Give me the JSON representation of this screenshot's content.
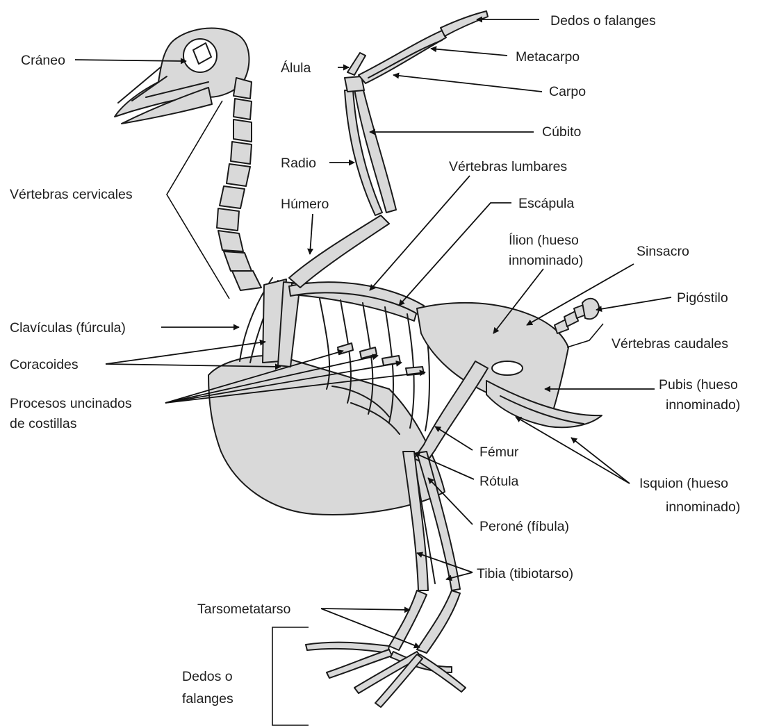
{
  "labels": {
    "craneo": "Cráneo",
    "vertebras_cervicales": "Vértebras cervicales",
    "claviculas": "Clavículas (fúrcula)",
    "coracoides": "Coracoides",
    "procesos_line1": "Procesos uncinados",
    "procesos_line2": "de costillas",
    "tarsometatarso": "Tarsometatarso",
    "dedos_pie_line1": "Dedos o",
    "dedos_pie_line2": "falanges",
    "alula": "Álula",
    "radio": "Radio",
    "humero": "Húmero",
    "dedos_ala": "Dedos o falanges",
    "metacarpo": "Metacarpo",
    "carpo": "Carpo",
    "cubito": "Cúbito",
    "vertebras_lumbares": "Vértebras lumbares",
    "escapula": "Escápula",
    "ilion_line1": "Ílion (hueso",
    "ilion_line2": "innominado)",
    "sinsacro": "Sinsacro",
    "pigostilo": "Pigóstilo",
    "vertebras_caudales": "Vértebras caudales",
    "pubis_line1": "Pubis (hueso",
    "pubis_line2": "innominado)",
    "femur": "Fémur",
    "rotula": "Rótula",
    "isquion_line1": "Isquion (hueso",
    "isquion_line2": "innominado)",
    "perone": "Peroné (fíbula)",
    "tibia": "Tibia (tibiotarso)"
  },
  "colors": {
    "bone_fill": "#d9d9d9",
    "outline": "#1a1a1a",
    "text": "#1e1e1e"
  }
}
